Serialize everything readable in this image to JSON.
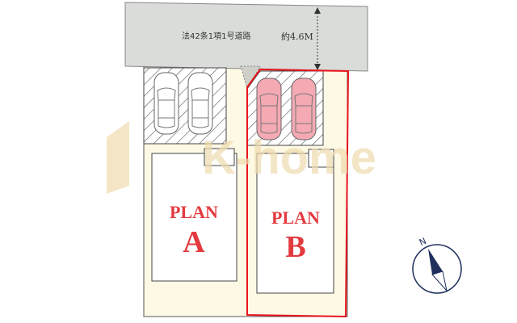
{
  "road": {
    "label": "法42条1項1号道路",
    "width_label": "約4.6M"
  },
  "watermark": "K-home",
  "plans": [
    {
      "line1": "PLAN",
      "line2": "A",
      "car_color": "#ffffff",
      "selected": false
    },
    {
      "line1": "PLAN",
      "line2": "B",
      "car_color": "#f4a9b3",
      "selected": true
    }
  ],
  "compass": {
    "label": "N"
  },
  "colors": {
    "road": "#d9dcd8",
    "lot": "#fdf9e3",
    "highlight": "#e8141c",
    "plan_text": "#e23a3f",
    "compass": "#1f2f5c"
  }
}
